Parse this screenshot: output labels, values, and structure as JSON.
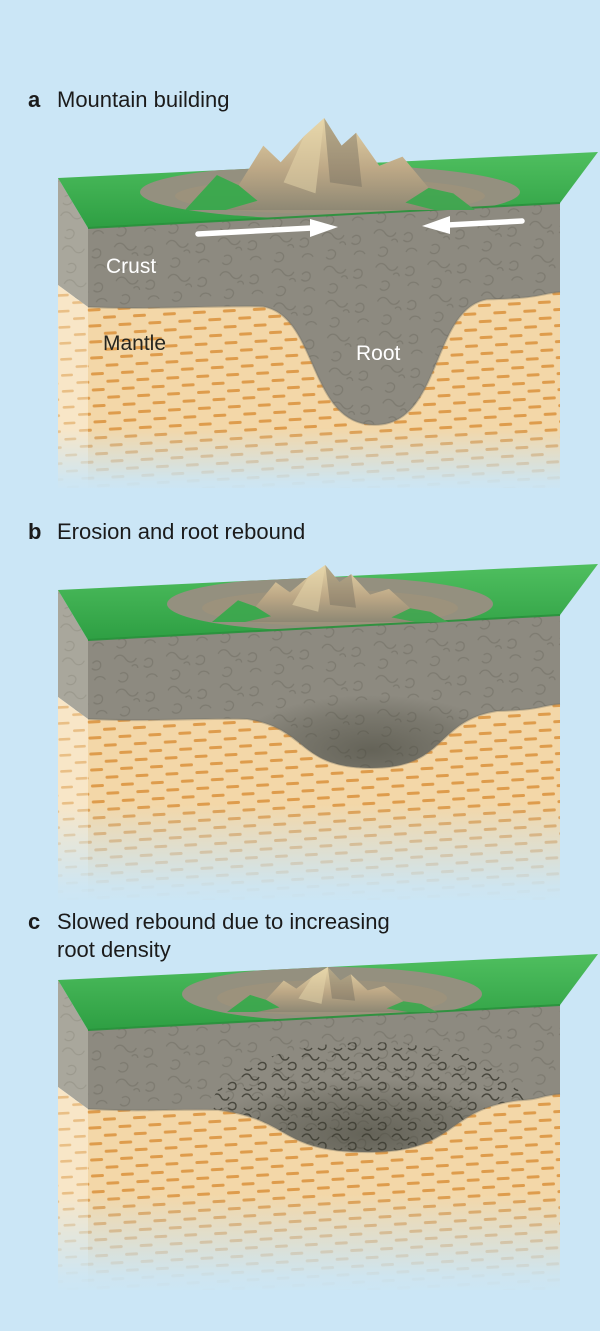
{
  "panels": [
    {
      "label": "a",
      "title": "Mountain building",
      "title_line2": "",
      "annotations": {
        "crust": "Crust",
        "mantle": "Mantle",
        "root": "Root"
      },
      "icons": [
        "compression-arrow-right-icon",
        "compression-arrow-left-icon"
      ]
    },
    {
      "label": "b",
      "title": "Erosion and root rebound",
      "title_line2": "",
      "annotations": {},
      "icons": []
    },
    {
      "label": "c",
      "title": "Slowed rebound due to increasing",
      "title_line2": "root density",
      "annotations": {},
      "icons": []
    }
  ],
  "colors": {
    "background": "#cbe6f6",
    "grass_green": "#35ab48",
    "crust_gray": "#8d8a80",
    "crust_left_face": "#a9a79c",
    "mantle_tan": "#f3d7a8",
    "mantle_dash_orange": "#de9c4c",
    "mantle_left_face": "#f8e6c7",
    "mountain_sand": "#cdb88e",
    "label_on_gray": "#ffffff",
    "label_on_tan": "#262620",
    "arrow": "#ffffff",
    "caption_text": "#1b1b1b"
  }
}
